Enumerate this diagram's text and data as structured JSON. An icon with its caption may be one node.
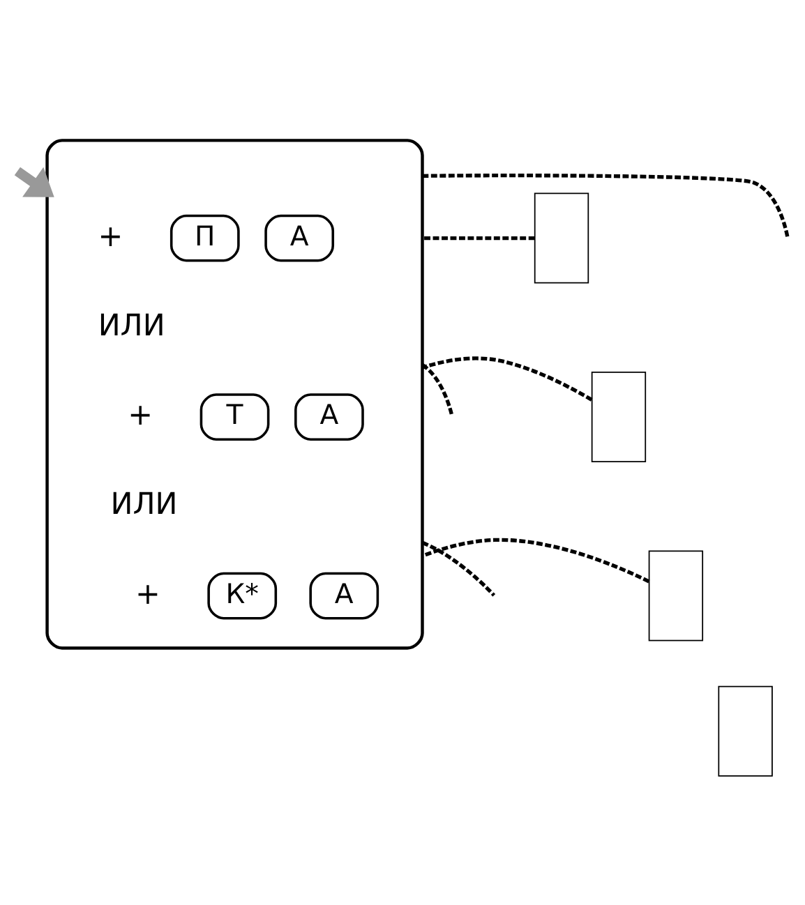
{
  "diagram": {
    "nodes": [
      {
        "text": [],
        "shape": "box"
      },
      {
        "text": [],
        "shape": "box"
      },
      {
        "text": [],
        "shape": "box"
      },
      {
        "text": [],
        "shape": "box"
      },
      {
        "text": [],
        "shape": "box"
      },
      {
        "text": [
          "А"
        ],
        "in": 4
      },
      {
        "text": [
          "П"
        ],
        "in": 4
      },
      {
        "text": [
          "А"
        ],
        "in": 4
      },
      {
        "text": [
          "Т"
        ],
        "in": 4
      },
      {
        "text": [
          "А"
        ],
        "in": 4
      },
      {
        "text": [
          "К*"
        ],
        "in": 4
      }
    ],
    "edges": [
      {
        "from": 0,
        "to": 4,
        "arrow": "none",
        "style": "dashed"
      },
      {
        "from": 1,
        "to": 4,
        "arrow": "none",
        "style": "dashed"
      },
      {
        "from": 2,
        "to": 4,
        "arrow": "none",
        "style": "dashed"
      },
      {
        "from": 4,
        "to": null,
        "arrow": "none",
        "style": "dashed"
      },
      {
        "from": 4,
        "to": null,
        "arrow": "none",
        "style": "dashed"
      },
      {
        "from": 4,
        "to": null,
        "arrow": "none",
        "style": "dashed"
      },
      {
        "from": null,
        "to": 4,
        "arrow": "to",
        "style": "thick",
        "color": "#999999"
      }
    ],
    "labels": [
      "+",
      "ИЛИ",
      "+",
      "ИЛИ",
      "+"
    ]
  }
}
